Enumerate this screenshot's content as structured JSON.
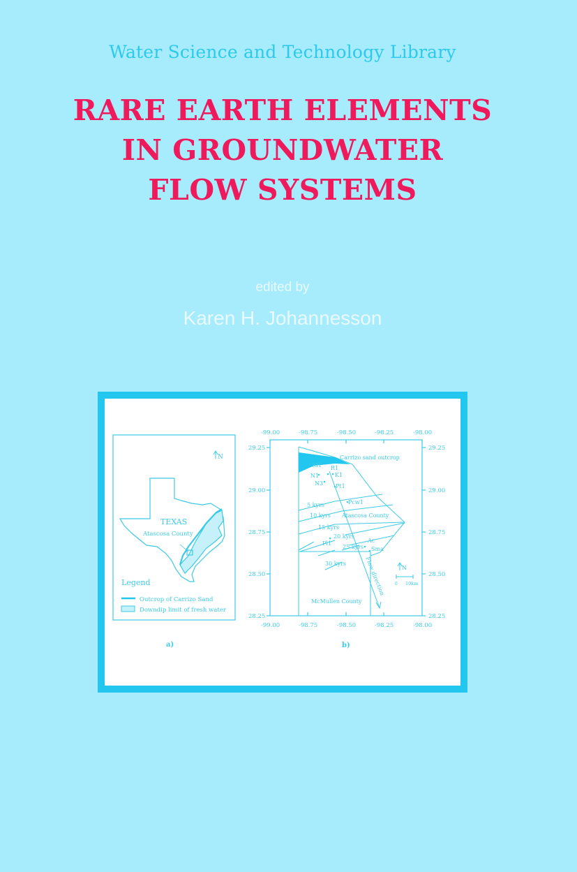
{
  "cover": {
    "series": "Water Science and Technology Library",
    "title_lines": [
      "RARE EARTH ELEMENTS",
      "IN GROUNDWATER",
      "FLOW SYSTEMS"
    ],
    "edited_by": "edited by",
    "editor": "Karen H. Johannesson"
  },
  "colors": {
    "background": "#a6ecfc",
    "series": "#2ec9ec",
    "title": "#ef1a5c",
    "editor": "#e9f9fd",
    "frame": "#22c6ee",
    "figure_ink": "#3ccbe6"
  },
  "figure": {
    "panel_a": {
      "label": "a)",
      "north": "N",
      "state_label": "TEXAS",
      "county_label": "Atascosa County",
      "legend_title": "Legend",
      "legend_items": [
        "Outcrop of Carrizo Sand",
        "Downdip limit of fresh water"
      ]
    },
    "panel_b": {
      "label": "b)",
      "x_ticks": [
        "-99.00",
        "-98.75",
        "-98.50",
        "-98.25",
        "-98.00"
      ],
      "y_ticks": [
        "29.25",
        "29.00",
        "28.75",
        "28.50",
        "28.25"
      ],
      "outcrop_label": "Carrizo sand outcrop",
      "wells": [
        "Rf1",
        "R1",
        "N1",
        "K1",
        "N3",
        "Pt1",
        "Pcw1",
        "Pl1",
        "Ac",
        "Sma"
      ],
      "isochrons": [
        "5 kyrs",
        "10 kyrs",
        "15 kyrs",
        "20 kyrs",
        "25 kyrs",
        "30 kyrs"
      ],
      "county_labels": [
        "Atascosa County",
        "McMullen County"
      ],
      "flow_label": "Flow direction",
      "north": "N",
      "scale_label": "10km",
      "scale_zero": "0"
    }
  }
}
